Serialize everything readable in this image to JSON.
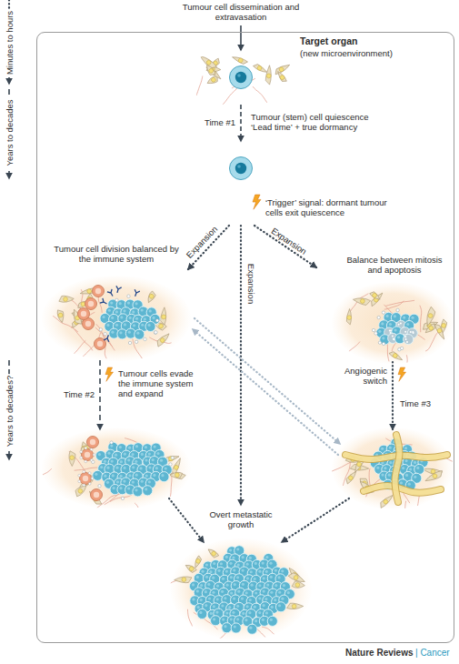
{
  "diagram": {
    "nodes": [
      {
        "text": [
          "Target organ",
          "(new microenvironment)"
        ]
      },
      {
        "text": [
          "Tumour cell division balanced by the immune system"
        ],
        "in": 0
      },
      {
        "text": [
          "Balance between mitosis and apoptosis"
        ],
        "in": 0
      },
      {
        "text": [
          "Overt metastatic growth"
        ],
        "in": 0
      }
    ],
    "labels": [
      "Minutes to hours",
      "Tumour cell dissemination and extravasation",
      "Years to decades",
      "Time #1",
      "Tumour (stem) cell quiescence ‘Lead time’ + true dormancy",
      "‘Trigger’ signal: dormant tumour cells exit quiescence",
      "Expansion",
      "Expansion",
      "Expansion",
      "Years to decades?",
      "Time #2",
      "Tumour cells evade the immune system and expand",
      "Angiogenic switch",
      "Time #3",
      "Nature Reviews",
      "| Cancer"
    ]
  }
}
